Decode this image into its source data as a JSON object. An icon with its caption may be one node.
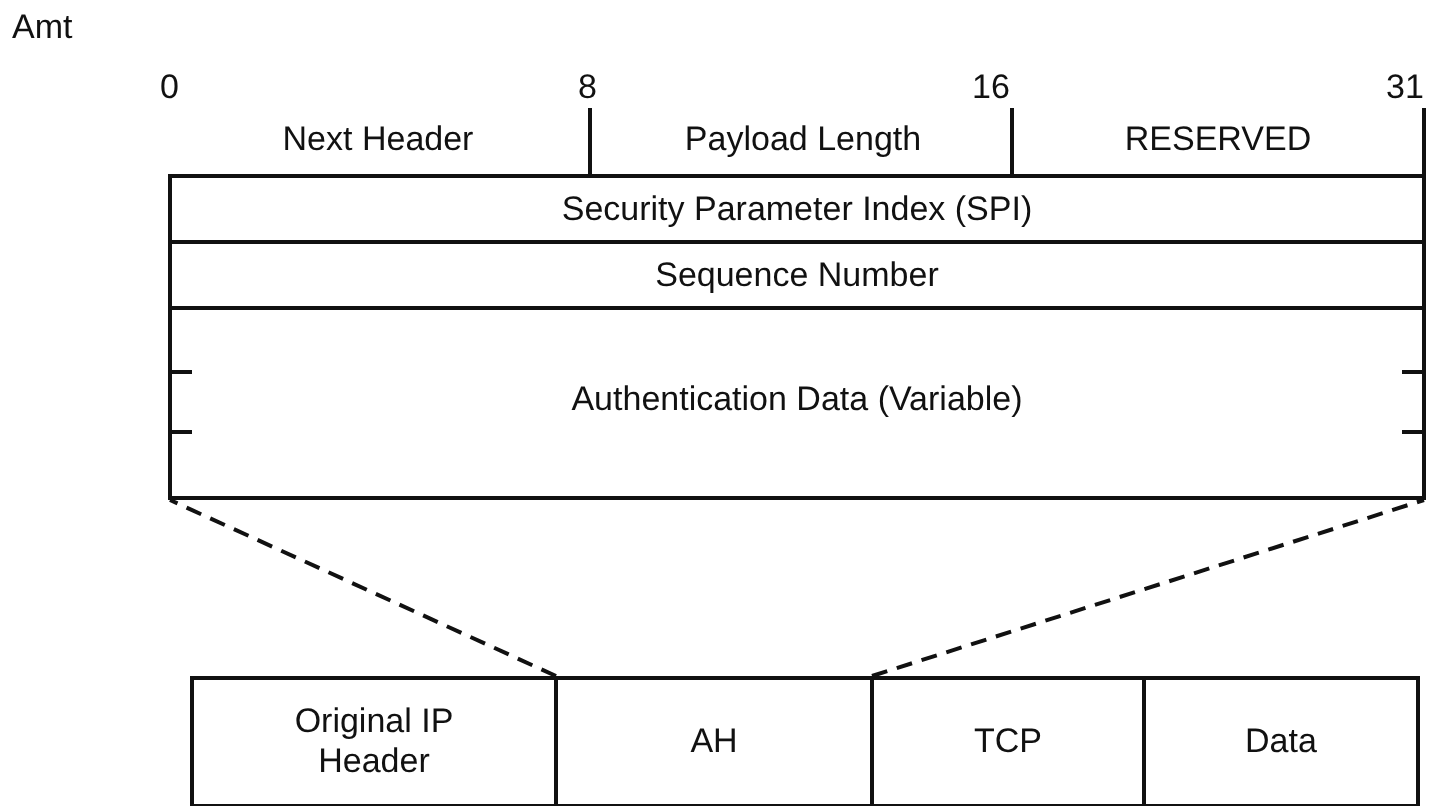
{
  "diagram": {
    "nodes": [
      {
        "text": [],
        "shape": "box"
      },
      {
        "text": [
          "Next Header"
        ],
        "in": 0
      },
      {
        "text": [
          "Payload Length"
        ],
        "in": 0
      },
      {
        "text": [
          "RESERVED"
        ],
        "in": 0
      },
      {
        "text": [
          "Security Parameter Index (SPI)"
        ],
        "in": 0
      },
      {
        "text": [
          "Sequence Number"
        ],
        "in": 0
      },
      {
        "text": [
          "Authentication Data (Variable)"
        ],
        "in": 0
      },
      {
        "text": [
          "Original IP Header"
        ]
      },
      {
        "text": [
          "AH"
        ]
      },
      {
        "text": [
          "TCP"
        ]
      },
      {
        "text": [
          "Data"
        ]
      }
    ],
    "edges": [
      {
        "from": 8,
        "to": 0,
        "arrow": "none",
        "style": "dashed"
      },
      {
        "from": 8,
        "to": 0,
        "arrow": "none",
        "style": "dashed"
      }
    ],
    "labels": [
      "Amt",
      "0",
      "8",
      "16",
      "31"
    ]
  }
}
